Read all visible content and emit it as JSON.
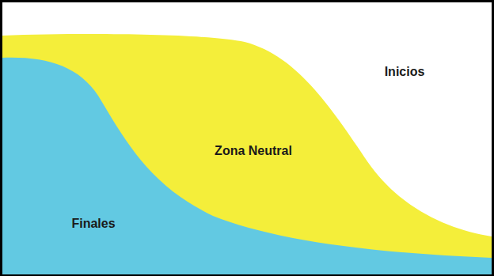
{
  "diagram": {
    "nodes": [
      {
        "text": [
          "Inicios"
        ]
      },
      {
        "text": [
          "Zona Neutral"
        ]
      },
      {
        "text": [
          "Finales"
        ]
      }
    ]
  }
}
